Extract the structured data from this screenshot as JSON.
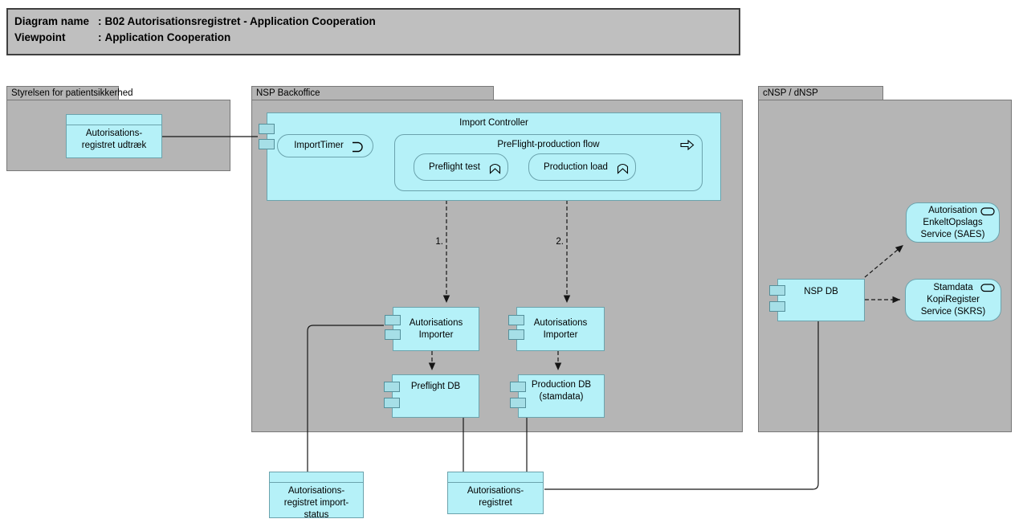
{
  "title_block": {
    "rows": [
      {
        "label": "Diagram name",
        "colon": ":",
        "value": "B02 Autorisationsregistret - Application Cooperation"
      },
      {
        "label": "Viewpoint",
        "colon": ":",
        "value": "Application Cooperation"
      }
    ]
  },
  "groups": {
    "styrelsen": {
      "label": "Styrelsen for patientsikkerhed"
    },
    "backoffice": {
      "label": "NSP Backoffice"
    },
    "cnsp": {
      "label": "cNSP / dNSP"
    }
  },
  "nodes": {
    "udtraek": {
      "type": "data-object",
      "label": "Autorisations-\nregistret udtræk"
    },
    "import_controller": {
      "type": "application-component",
      "label": "Import Controller"
    },
    "import_timer": {
      "type": "application-event",
      "label": "ImportTimer"
    },
    "preflight_flow": {
      "type": "application-process",
      "label": "PreFlight-production flow"
    },
    "preflight_test": {
      "type": "application-function",
      "label": "Preflight test"
    },
    "production_load": {
      "type": "application-function",
      "label": "Production load"
    },
    "importer_preflight": {
      "type": "application-component",
      "label": "Autorisations\nImporter"
    },
    "importer_production": {
      "type": "application-component",
      "label": "Autorisations\nImporter"
    },
    "preflight_db": {
      "type": "application-component",
      "label": "Preflight DB"
    },
    "production_db": {
      "type": "application-component",
      "label": "Production DB\n(stamdata)"
    },
    "nsp_db": {
      "type": "application-component",
      "label": "NSP DB"
    },
    "saes": {
      "type": "application-service",
      "label": "Autorisation\nEnkeltOpslags\nService (SAES)"
    },
    "skrs": {
      "type": "application-service",
      "label": "Stamdata\nKopiRegister\nService (SKRS)"
    },
    "import_status": {
      "type": "data-object",
      "label": "Autorisations-\nregistret import-\nstatus"
    },
    "registret": {
      "type": "data-object",
      "label": "Autorisations-\nregistret"
    }
  },
  "edge_labels": {
    "flow1": "1.",
    "flow2": "2."
  },
  "icons": {
    "event": "event-icon (open half-round arrow)",
    "process": "right-arrow-outline-icon",
    "function": "chevron-up-icon",
    "service": "oval-pill-icon",
    "port": "component-port-square"
  },
  "colors": {
    "element_fill": "#b5f1f8",
    "element_border": "#6ba3ad",
    "port_fill": "#a6dfe7",
    "group_fill": "#b5b5b5",
    "title_fill": "#bfbfbf",
    "edge": "#161616",
    "background": "#ffffff"
  }
}
